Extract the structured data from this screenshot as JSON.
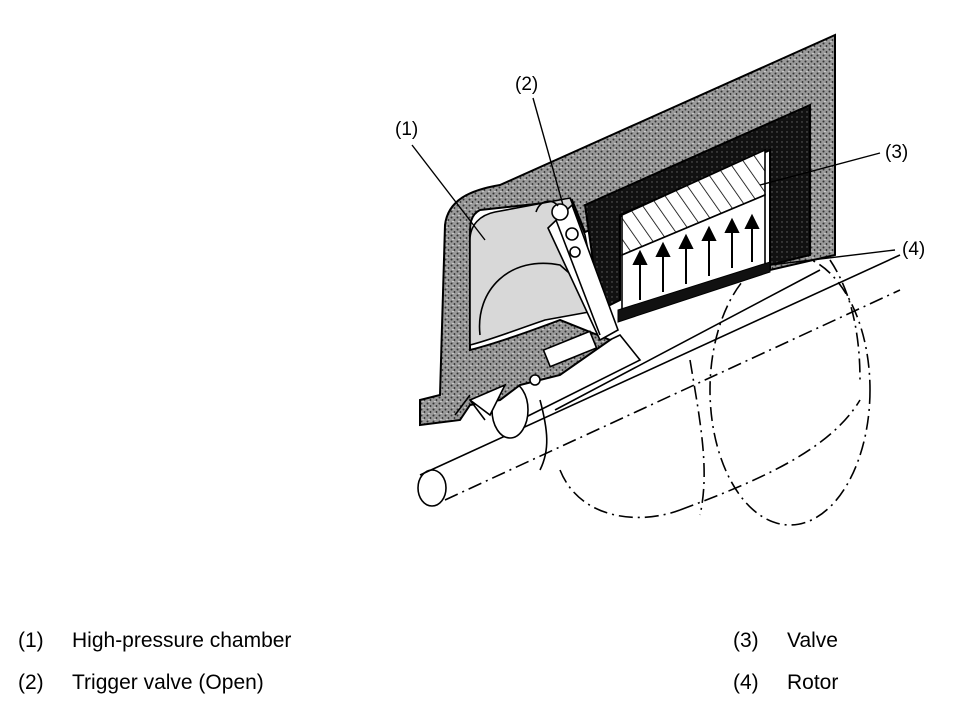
{
  "callouts": {
    "c1": "(1)",
    "c2": "(2)",
    "c3": "(3)",
    "c4": "(4)"
  },
  "legend": [
    {
      "num": "(1)",
      "text": "High-pressure chamber"
    },
    {
      "num": "(2)",
      "text": "Trigger valve (Open)"
    },
    {
      "num": "(3)",
      "text": "Valve"
    },
    {
      "num": "(4)",
      "text": "Rotor"
    }
  ],
  "colors": {
    "ink": "#000000",
    "paper": "#ffffff",
    "housing_fill": "#888888"
  }
}
